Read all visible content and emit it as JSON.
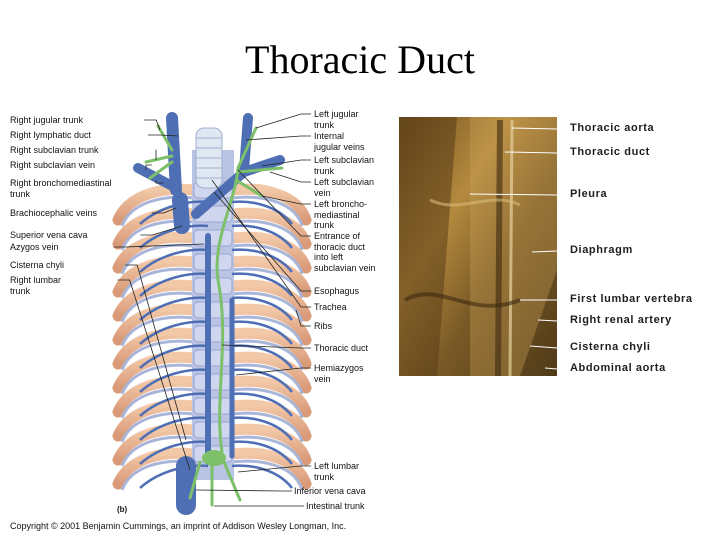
{
  "slide": {
    "title": "Thoracic Duct",
    "panel_letter": "(b)",
    "copyright": "Copyright © 2001 Benjamin Cummings, an imprint of Addison Wesley Longman, Inc."
  },
  "diagram": {
    "left_labels": [
      "Right jugular trunk",
      "Right lymphatic duct",
      "Right subclavian trunk",
      "Right subclavian vein",
      "Right bronchomediastinal\ntrunk",
      "Brachiocephalic veins",
      "Superior vena cava",
      "Azygos vein",
      "Cisterna chyli",
      "Right lumbar\ntrunk"
    ],
    "right_labels": [
      "Left jugular\ntrunk",
      "Internal\njugular veins",
      "Left subclavian\ntrunk",
      "Left subclavian\nvein",
      "Left broncho-\nmediastinal\ntrunk",
      "Entrance of\nthoracic duct\ninto left\nsubclavian vein",
      "Esophagus",
      "Trachea",
      "Ribs",
      "Thoracic duct",
      "Hemiazygos\nvein",
      "Left lumbar\ntrunk",
      "Inferior vena cava",
      "Intestinal trunk"
    ]
  },
  "photo": {
    "labels": [
      "Thoracic aorta",
      "Thoracic duct",
      "Pleura",
      "Diaphragm",
      "First lumbar vertebra",
      "Right renal artery",
      "Cisterna chyli",
      "Abdominal aorta"
    ]
  },
  "colors": {
    "vein": "#4f6fb5",
    "lymph": "#7cc06a",
    "rib": "#e6b08f",
    "rib_shadow": "#a9b5d9",
    "photo_bg": "#8d6a2c"
  }
}
